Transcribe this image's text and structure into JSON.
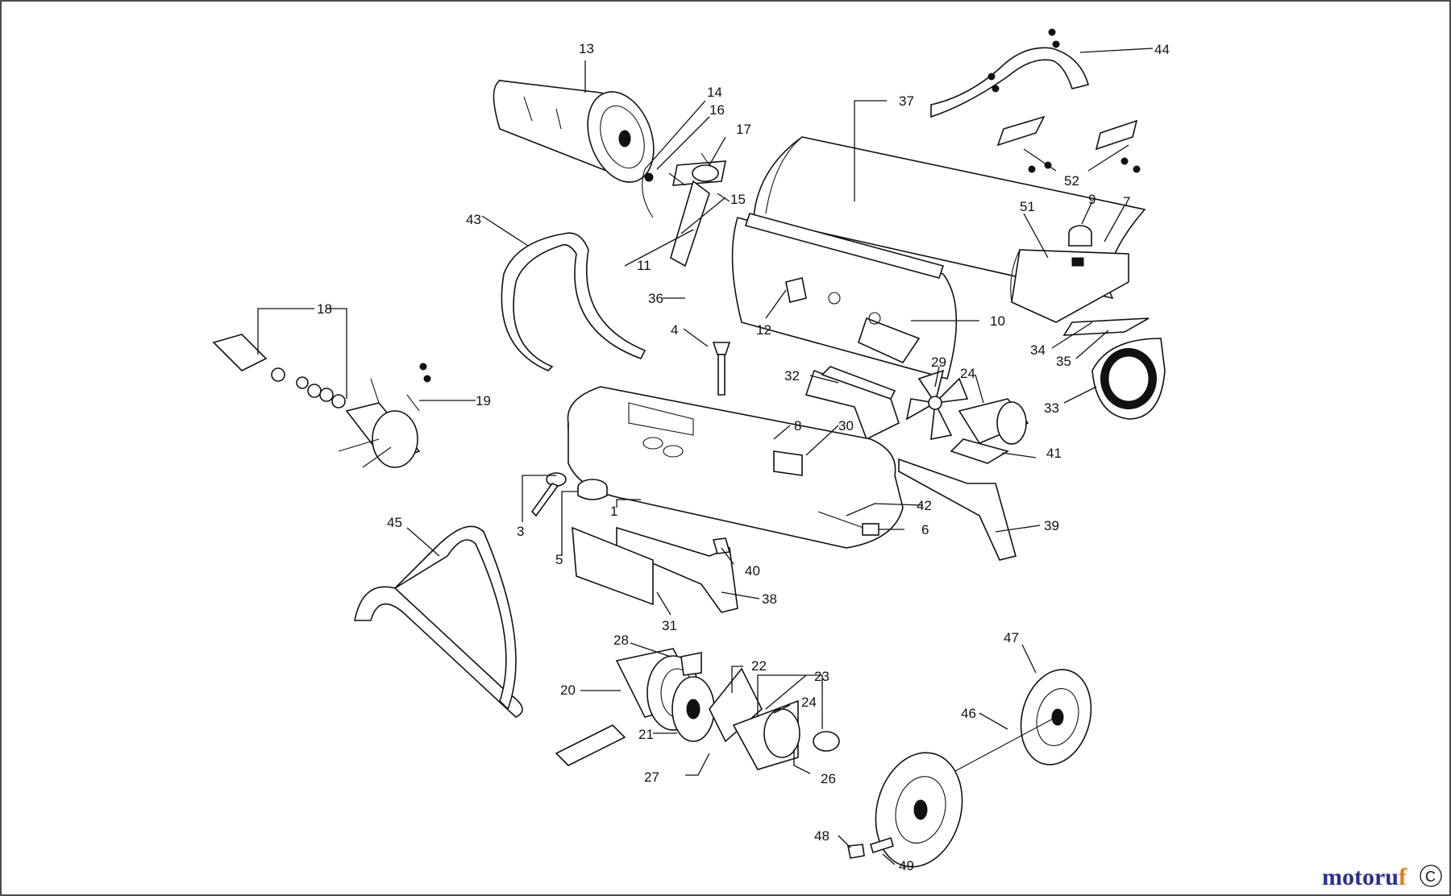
{
  "diagram": {
    "callouts": [
      "13",
      "14",
      "16",
      "17",
      "15",
      "11",
      "37",
      "44",
      "52",
      "43",
      "51",
      "9",
      "7",
      "36",
      "4",
      "12",
      "10",
      "18",
      "19",
      "34",
      "35",
      "32",
      "29",
      "24",
      "33",
      "8",
      "30",
      "41",
      "3",
      "1",
      "42",
      "6",
      "39",
      "5",
      "45",
      "40",
      "38",
      "31",
      "28",
      "22",
      "23",
      "20",
      "24",
      "21",
      "26",
      "27",
      "47",
      "46",
      "48",
      "49"
    ]
  },
  "watermark": {
    "part1": "motoru",
    "part2": "f",
    "colors": {
      "navy": "#2a2f8f",
      "orange": "#e07a1f"
    },
    "corner_badge": "C"
  }
}
